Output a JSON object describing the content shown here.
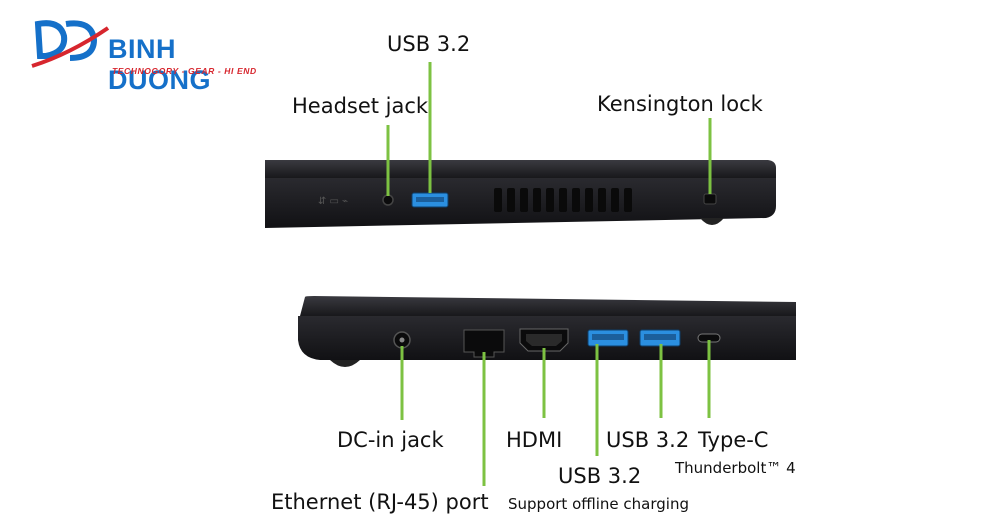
{
  "brand": {
    "name": "BINH DUONG",
    "tagline": "TECHNOGORY - GEAR - HI END",
    "logo_mark": "BD",
    "colors": {
      "blue": "#1570c9",
      "red": "#d7262e"
    }
  },
  "callout_color": "#7dc242",
  "port_color": "#2b8fe0",
  "laptop_color": "#1e1e22",
  "right_side": {
    "labels": {
      "usb": "USB 3.2",
      "headset": "Headset jack",
      "kensington": "Kensington lock"
    }
  },
  "left_side": {
    "labels": {
      "dc": "DC-in jack",
      "ethernet": "Ethernet (RJ-45) port",
      "hdmi": "HDMI",
      "usb_a": "USB 3.2",
      "usb_a_note": "Support offline charging",
      "usb_b": "USB 3.2",
      "typec": "Type-C",
      "typec_note": "Thunderbolt™ 4"
    }
  }
}
